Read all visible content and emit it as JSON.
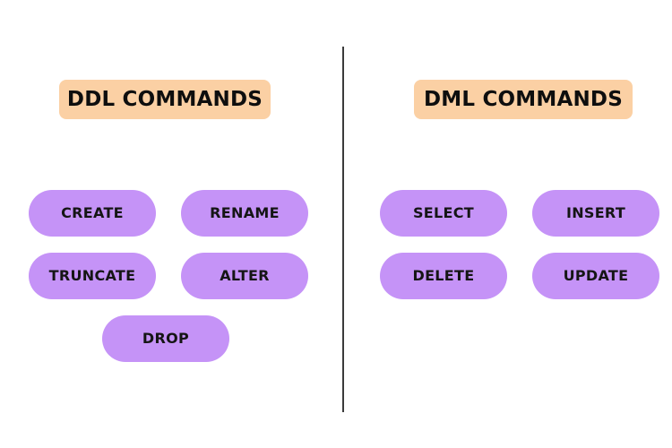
{
  "ddl": {
    "heading": "DDL COMMANDS",
    "commands": [
      "CREATE",
      "RENAME",
      "TRUNCATE",
      "ALTER",
      "DROP"
    ]
  },
  "dml": {
    "heading": "DML COMMANDS",
    "commands": [
      "SELECT",
      "INSERT",
      "DELETE",
      "UPDATE"
    ]
  },
  "colors": {
    "heading_bg": "#fbd0a4",
    "command_bg": "#c593f7",
    "divider": "#3b3b3b",
    "text": "#0e0e0e"
  }
}
